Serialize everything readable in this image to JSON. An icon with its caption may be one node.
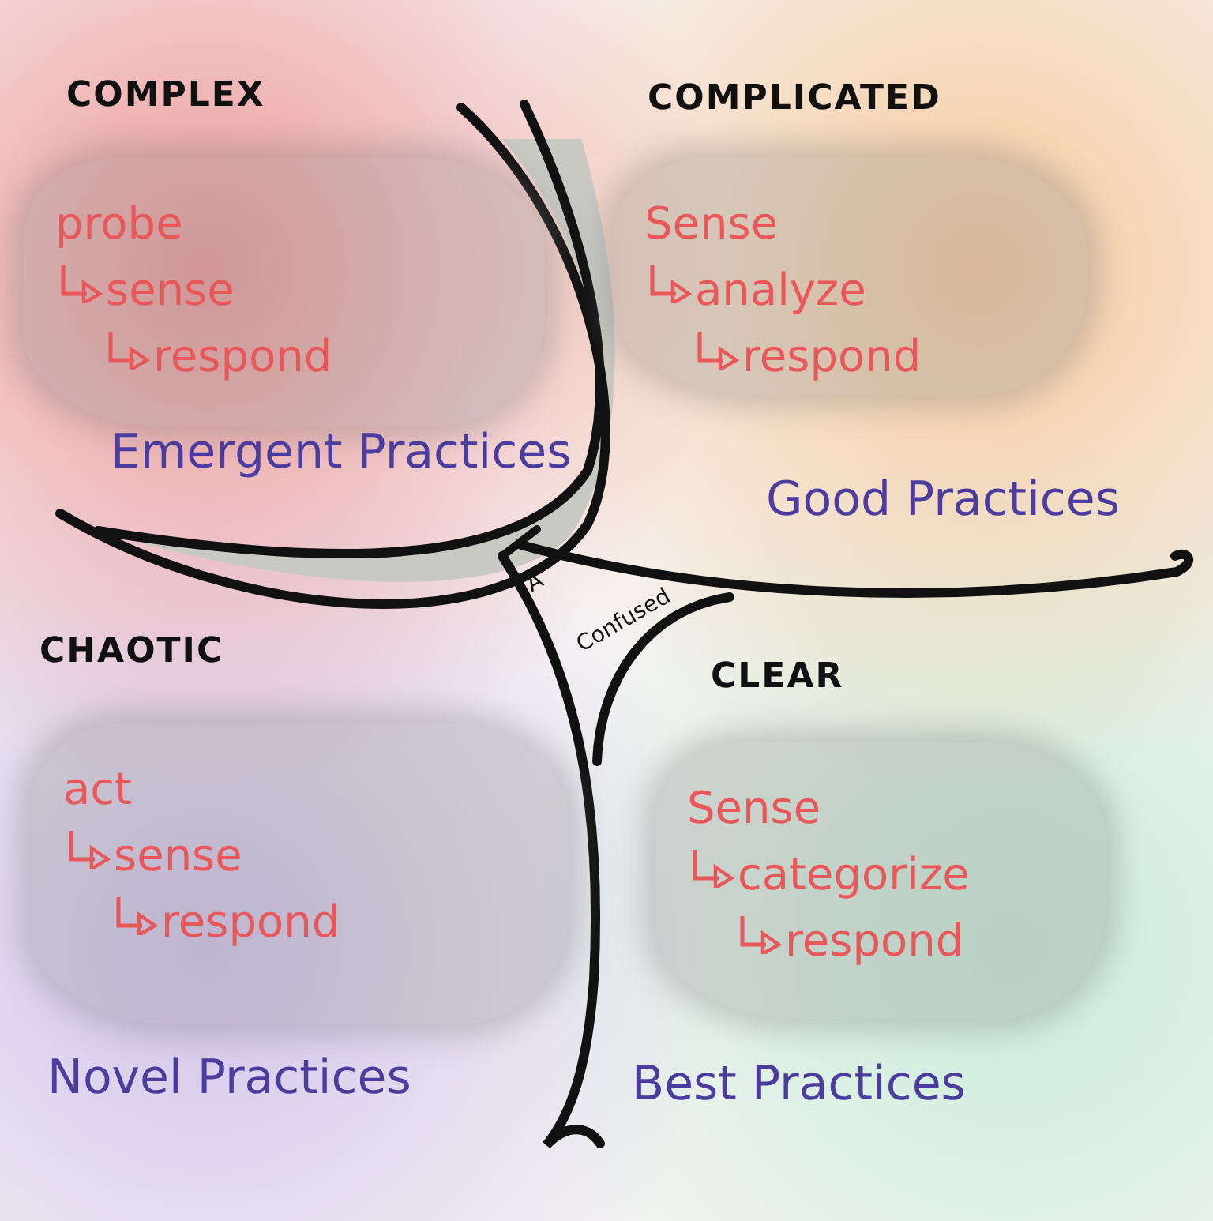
{
  "diagram": {
    "nodes": [
      {
        "text": [
          "probe",
          "sense",
          "respond"
        ]
      },
      {
        "text": [
          "Sense",
          "analyze",
          "respond"
        ]
      },
      {
        "text": [
          "act",
          "sense",
          "respond"
        ]
      },
      {
        "text": [
          "Sense",
          "categorize",
          "respond"
        ]
      }
    ],
    "labels": [
      "COMPLEX",
      "COMPLICATED",
      "Emergent Practices",
      "Good Practices",
      "A",
      "Confused",
      "CHAOTIC",
      "CLEAR",
      "Novel Practices",
      "Best Practices"
    ]
  }
}
